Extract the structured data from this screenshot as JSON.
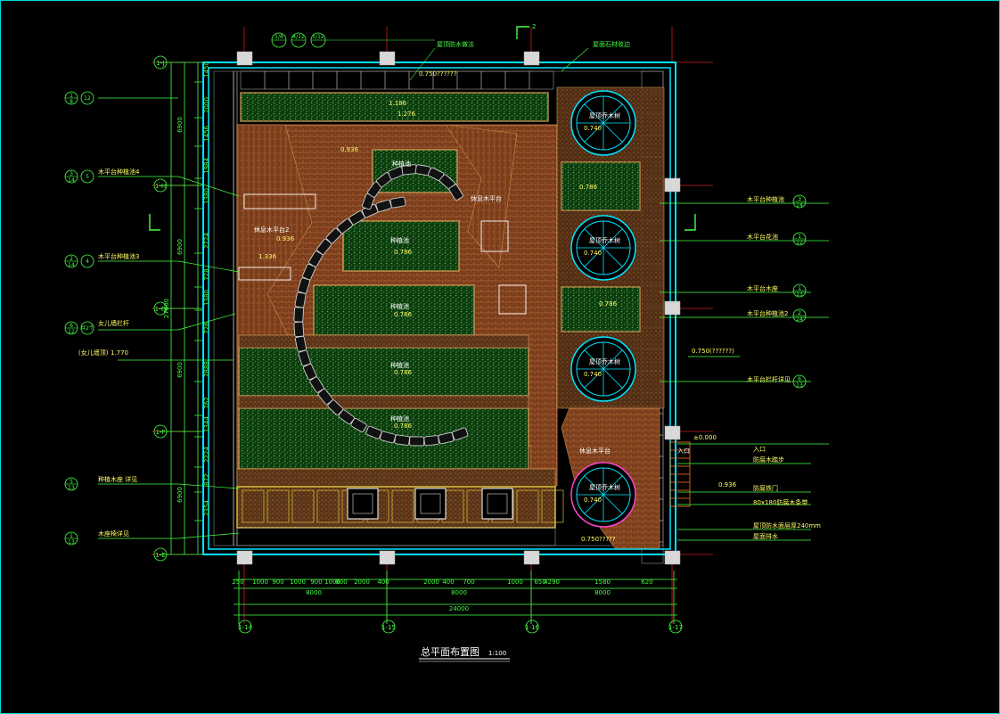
{
  "drawing": {
    "title": "总平面布置图",
    "scale": "1:100",
    "axes_left": [
      "1-J",
      "1-H",
      "1-G",
      "1-F",
      "1-E"
    ],
    "axes_bottom": [
      "1-14",
      "1-15",
      "1-16",
      "1-17"
    ],
    "left_dims_outer": [
      "6900",
      "6900",
      "6900"
    ],
    "left_dim_total": "27600",
    "left_dims_inner": [
      "1450",
      "2000",
      "1456",
      "1984",
      "1380",
      "2724",
      "728",
      "1380",
      "726",
      "2888",
      "762",
      "1344",
      "2224",
      "872",
      "2354"
    ],
    "bottom_dims_row1": [
      "250",
      "1000",
      "900",
      "1000",
      "900",
      "1000",
      "800",
      "2000",
      "400",
      "2000",
      "400",
      "700",
      "1000",
      "650",
      "4290",
      "1580",
      "620"
    ],
    "bottom_dims_row2": [
      "8000",
      "8000",
      "8000"
    ],
    "bottom_dim_total": "24000",
    "elevations": [
      "0.750??????",
      "1.186",
      "1.276",
      "0.936",
      "0.786",
      "0.936",
      "1.336",
      "0.786",
      "0.750(??????)",
      "±0.000",
      "0.936",
      "0.750?????"
    ],
    "left_callouts": [
      {
        "label": "",
        "ref": "1/8",
        "sheet": "12"
      },
      {
        "label": "木平台种植池4",
        "ref": "3/14",
        "sheet": "5"
      },
      {
        "label": "木平台种植池3",
        "ref": "2/14",
        "sheet": "4"
      },
      {
        "label": "女儿墙栏杆",
        "ref": "6/12",
        "sheet": "共2个"
      },
      {
        "label": "(女儿墙顶)",
        "ref": "1.770",
        "sheet": ""
      },
      {
        "label": "种植木座 详见",
        "ref": "5/13",
        "sheet": ""
      },
      {
        "label": "木座椅详见",
        "ref": "1/13",
        "sheet": ""
      }
    ],
    "right_callouts": [
      {
        "label": "木平台种植池",
        "ref": "3/14"
      },
      {
        "label": "木平台花池",
        "ref": "1/12"
      },
      {
        "label": "木平台木座",
        "ref": "1/13"
      },
      {
        "label": "木平台种植池2",
        "ref": "2/14"
      },
      {
        "label": "木平台栏杆详见",
        "ref": "6/13"
      },
      {
        "label": "入口",
        "ref": ""
      },
      {
        "label": "防腐木踏步",
        "ref": ""
      },
      {
        "label": "防腐铁门",
        "ref": ""
      },
      {
        "label": "80x180防腐木条带",
        "ref": ""
      },
      {
        "label": "屋顶防水面层厚240mm",
        "ref": ""
      },
      {
        "label": "屋面排水",
        "ref": ""
      }
    ],
    "top_callouts": [
      "屋顶防水做法",
      "屋面石材收边"
    ],
    "top_ref": {
      "a": "1/8",
      "b": "4/12",
      "c": "5/12"
    },
    "section_mark": "2",
    "plaza_labels": [
      "休息木平台",
      "休息木平台2",
      "休息木平台"
    ],
    "planter_label": "种植池",
    "tree_label": "屋顶乔木树",
    "entrance_label": "入口"
  },
  "colors": {
    "background": "#000000",
    "frame": "#00d8d8",
    "dimension": "#44ff44",
    "wall": "#00e5ff",
    "axis": "#ff3333",
    "wood": "#8a4a22",
    "planting": "#1e5a1e",
    "text": "#ffff66"
  }
}
